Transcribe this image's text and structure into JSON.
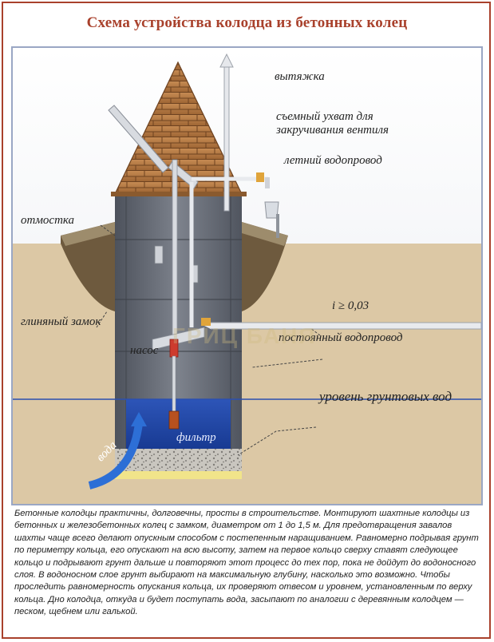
{
  "title": "Схема устройства колодца из бетонных колец",
  "labels": {
    "exhaust": "вытяжка",
    "grip": "съемный ухват для закручивания вентиля",
    "summer_pipe": "летний водопровод",
    "blind_area": "отмостка",
    "clay_lock": "глиняный замок",
    "slope": "i ≥ 0,03",
    "permanent_pipe": "постоянный водопровод",
    "pump": "насос",
    "groundwater": "уровень грунтовых вод",
    "filter": "фильтр",
    "water": "вода"
  },
  "watermark": "ГРИЦ БАНЯ",
  "description": "Бетонные колодцы практичны, долговечны, просты в строительстве. Монтируют шахтные колодцы из бетонных и железобетонных колец с замком, диаметром от 1 до 1,5 м. Для предотвращения завалов шахты чаще всего делают опускным способом с постепенным наращиванием. Равномерно подрывая грунт по периметру кольца, его опускают на всю высоту, затем на первое кольцо сверху ставят следующее кольцо и подрывают грунт дальше и повторяют этот процесс до тех пор, пока не дойдут до водоносного слоя. В водоносном слое грунт выбирают на максимальную глубину, насколько это возможно. Чтобы проследить равномерность опускания кольца, их проверяют отвесом и уровнем, установленным по верху кольца. Дно колодца, откуда и будет поступать вода, засыпают по аналогии с деревянным колодцем — песком, щебнем или галькой.",
  "colors": {
    "title": "#a9412c",
    "frame": "#a9412c",
    "ground": "#d9c4a0",
    "water": "#1f3f9c",
    "roof": "#b57a45",
    "ring": "#6e737e"
  }
}
